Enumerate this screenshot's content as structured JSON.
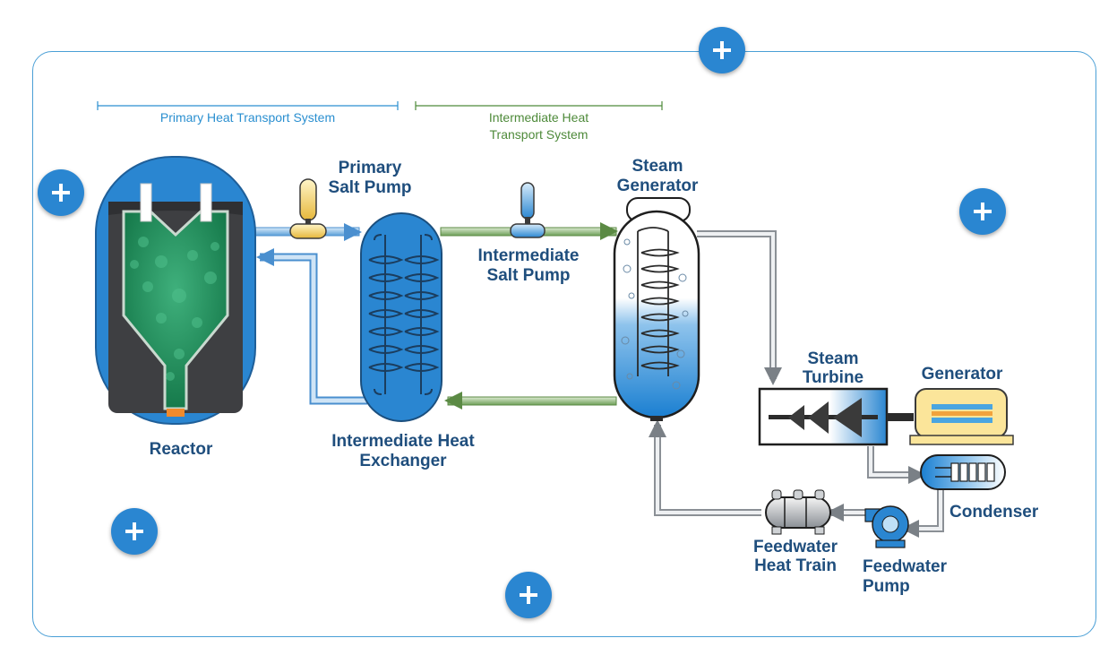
{
  "systems": {
    "primary": "Primary Heat Transport System",
    "intermediate_line1": "Intermediate Heat",
    "intermediate_line2": "Transport System"
  },
  "labels": {
    "reactor": "Reactor",
    "primary_pump_1": "Primary",
    "primary_pump_2": "Salt Pump",
    "ihx_1": "Intermediate Heat",
    "ihx_2": "Exchanger",
    "int_pump_1": "Intermediate",
    "int_pump_2": "Salt Pump",
    "sg_1": "Steam",
    "sg_2": "Generator",
    "turbine_1": "Steam",
    "turbine_2": "Turbine",
    "generator": "Generator",
    "condenser": "Condenser",
    "fw_train_1": "Feedwater",
    "fw_train_2": "Heat Train",
    "fw_pump_1": "Feedwater",
    "fw_pump_2": "Pump"
  },
  "colors": {
    "primary_loop": "#7fb3e0",
    "intermediate_loop": "#7fa86a",
    "steam_loop": "#b9bec4",
    "hotspot": "#2a86d1",
    "label": "#1f4e7d"
  },
  "hotspots": [
    "plus-icon",
    "plus-icon",
    "plus-icon",
    "plus-icon",
    "plus-icon",
    "plus-icon"
  ]
}
